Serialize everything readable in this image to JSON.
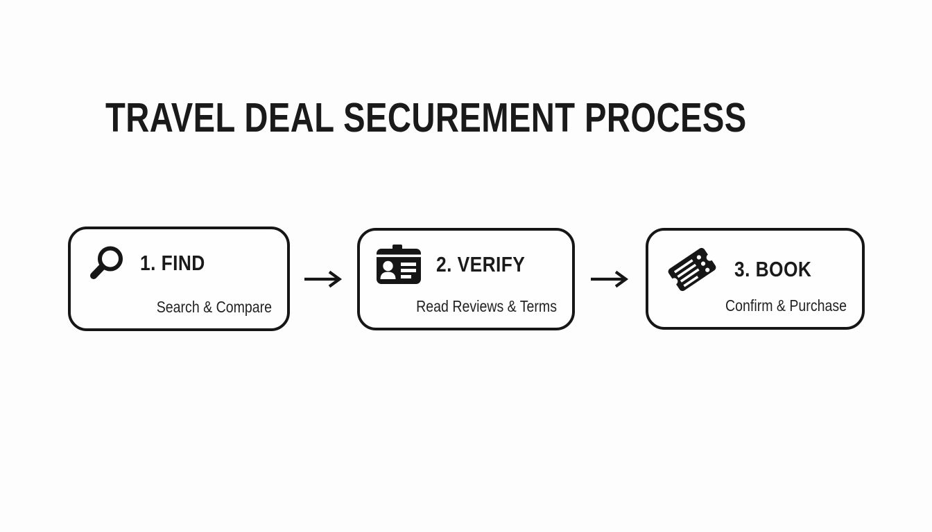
{
  "title": "TRAVEL DEAL SECUREMENT PROCESS",
  "steps": [
    {
      "title": "1. FIND",
      "subtitle": "Search & Compare",
      "icon": "magnifier-icon"
    },
    {
      "title": "2. VERIFY",
      "subtitle": "Read Reviews & Terms",
      "icon": "id-card-icon"
    },
    {
      "title": "3. BOOK",
      "subtitle": "Confirm & Purchase",
      "icon": "ticket-icon"
    }
  ],
  "connector": {
    "type": "right-arrow"
  },
  "colors": {
    "background": "#fdfdfd",
    "ink": "#1a1a1a",
    "box_border": "#161616",
    "box_fill": "#fefefe"
  }
}
